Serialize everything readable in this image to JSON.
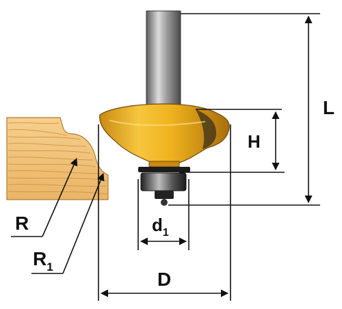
{
  "labels": {
    "R": "R",
    "R1_main": "R",
    "R1_sub": "1",
    "d1_main": "d",
    "d1_sub": "1",
    "D": "D",
    "H": "H",
    "L": "L"
  },
  "icons": {
    "wood_sample": "wood-profile-icon",
    "router_bit": "router-bit-icon",
    "bearing": "bearing-icon"
  },
  "colors": {
    "wood": "#f2c27a",
    "wood_grain": "#c98f3e",
    "cutter_body": "#f0b21e",
    "cutter_shadow": "#b07810",
    "shank": "#9a9a9a",
    "bearing": "#3a3a3a",
    "line": "#111111"
  }
}
